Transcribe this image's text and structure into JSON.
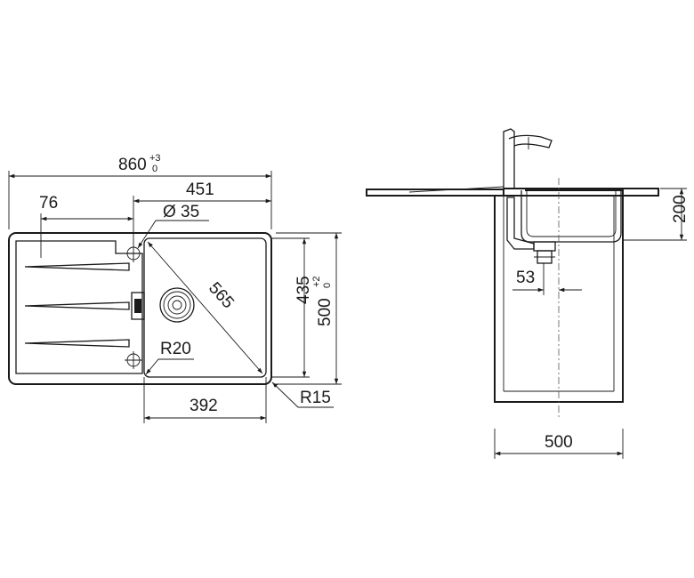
{
  "top_view": {
    "overall_width": {
      "value": "860",
      "tol_upper": "+3",
      "tol_lower": "0"
    },
    "bowl_offset_width": "451",
    "drainer_offset": "76",
    "tap_hole": "Ø 35",
    "bowl_diagonal": "565",
    "bowl_depth": "435",
    "overall_depth": {
      "value": "500",
      "tol_upper": "+2",
      "tol_lower": "0"
    },
    "inner_radius": "R20",
    "bowl_width": "392",
    "outer_radius": "R15"
  },
  "side_view": {
    "bowl_height": "200",
    "drain_offset": "53",
    "cabinet_width": "500"
  }
}
